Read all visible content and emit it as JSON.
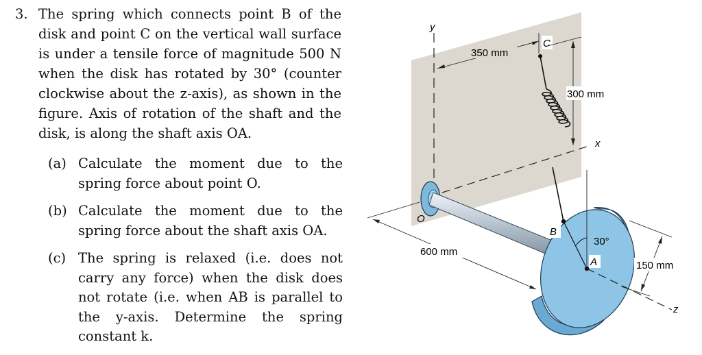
{
  "problem": {
    "number": "3.",
    "statement": "The spring which connects point B of the disk and point C on the vertical wall surface is under a tensile force of magnitude 500 N when the disk has rotated by 30° (counter clockwise about the z-axis), as shown in the figure. Axis of rotation of the shaft and the disk, is along the shaft axis OA.",
    "parts": [
      {
        "label": "(a)",
        "text": "Calculate the moment due to the spring force about point O."
      },
      {
        "label": "(b)",
        "text": "Calculate the moment due to the spring force about the shaft axis OA."
      },
      {
        "label": "(c)",
        "text": "The spring is relaxed (i.e. does not carry any force) when the disk does not rotate (i.e. when AB is parallel to the y-axis. Determine the spring constant k."
      }
    ]
  },
  "figure": {
    "labels": {
      "y_axis": "y",
      "x_axis": "x",
      "z_axis": "z",
      "point_o": "O",
      "point_a": "A",
      "point_b": "B",
      "point_c": "C",
      "dim_350": "350 mm",
      "dim_300": "300 mm",
      "dim_600": "600 mm",
      "dim_150": "150 mm",
      "angle": "30°"
    },
    "colors": {
      "wall": "#dcd7cf",
      "disk_face": "#8ec5e6",
      "disk_rim": "#6aa9d1",
      "shaft": "#b9c6d2",
      "text": "#111111"
    }
  }
}
